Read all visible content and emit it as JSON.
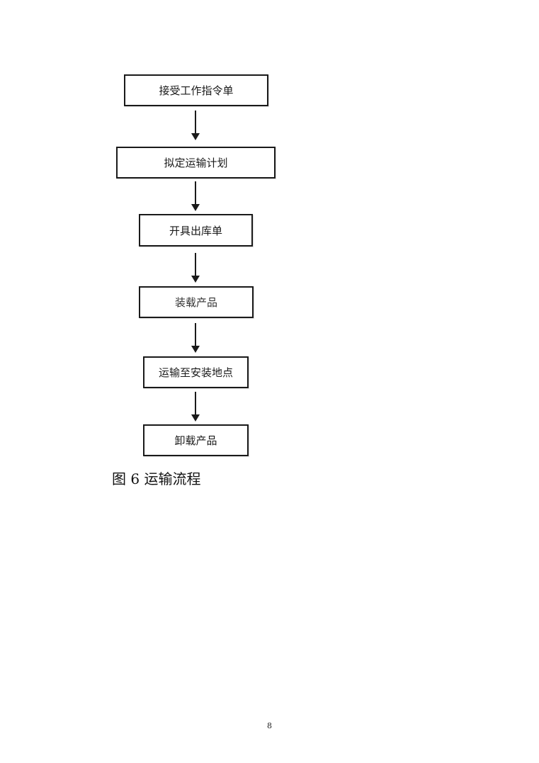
{
  "flowchart": {
    "steps": [
      {
        "label": "接受工作指令单"
      },
      {
        "label": "拟定运输计划"
      },
      {
        "label": "开具出库单"
      },
      {
        "label": "装载产品"
      },
      {
        "label": "运输至安装地点"
      },
      {
        "label": "卸载产品"
      }
    ]
  },
  "caption": "图 6 运输流程",
  "page_number": "8"
}
